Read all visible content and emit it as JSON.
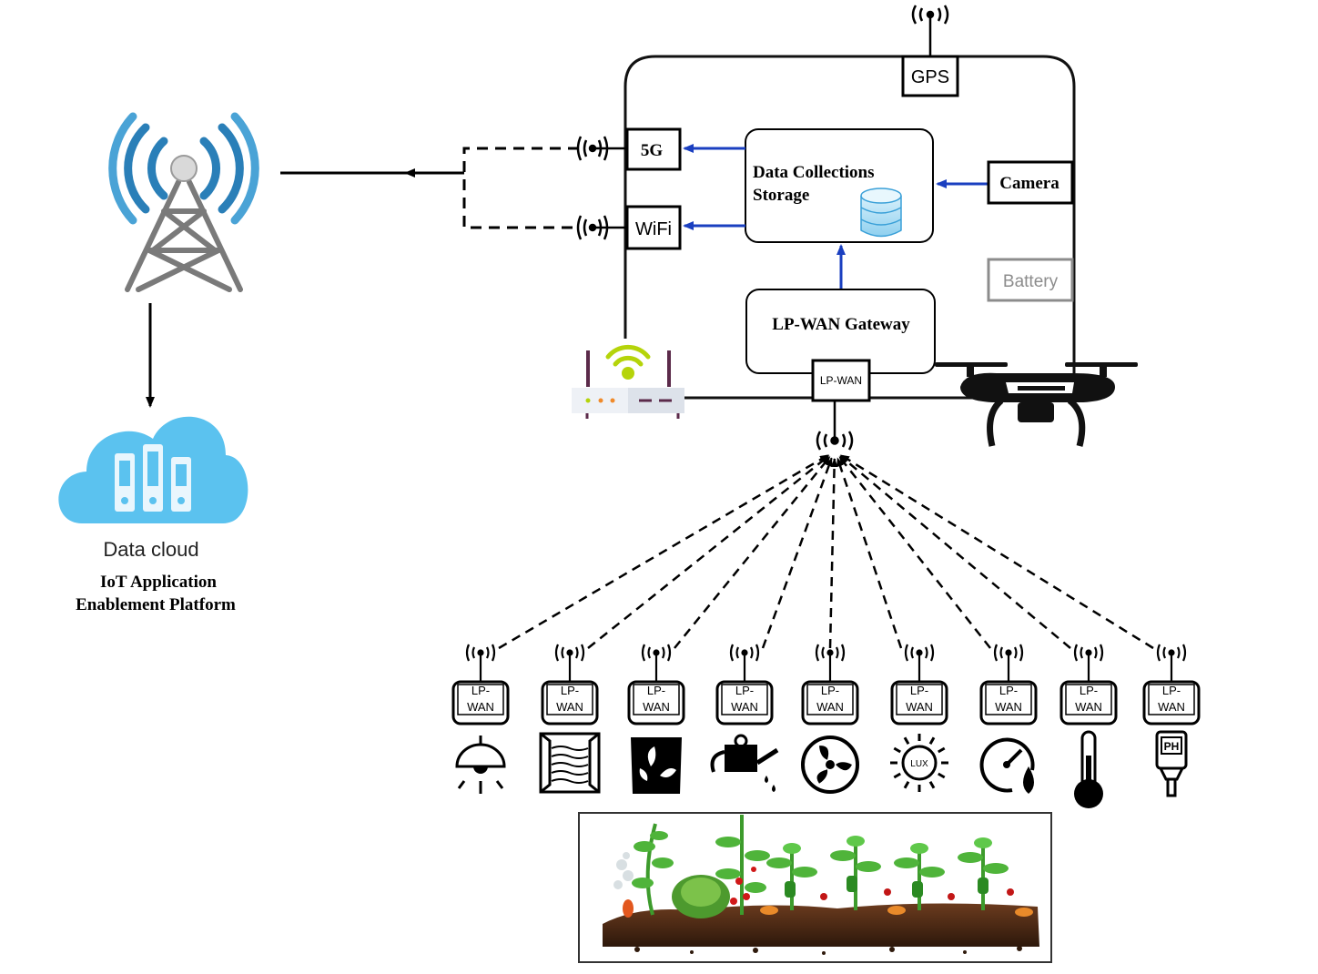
{
  "cloud": {
    "title": "Data cloud",
    "subtitle_line1": "IoT Application",
    "subtitle_line2": "Enablement Platform"
  },
  "hub": {
    "gps": "GPS",
    "g5": "5G",
    "wifi": "WiFi",
    "camera": "Camera",
    "battery": "Battery",
    "storage_line1": "Data Collections",
    "storage_line2": "Storage",
    "gateway": "LP-WAN Gateway",
    "gateway_port": "LP-WAN"
  },
  "sensor_module": {
    "line1": "LP-",
    "line2": "WAN"
  },
  "sensors": [
    {
      "icon": "lamp-icon"
    },
    {
      "icon": "window-screen-icon"
    },
    {
      "icon": "soil-bag-icon"
    },
    {
      "icon": "watering-can-icon"
    },
    {
      "icon": "fan-icon"
    },
    {
      "icon": "lux-sensor-icon"
    },
    {
      "icon": "humidity-gauge-icon"
    },
    {
      "icon": "thermometer-icon"
    },
    {
      "icon": "ph-meter-icon"
    }
  ],
  "colors": {
    "blue_arrow": "#1a3fc0",
    "cloud": "#5bc2ef",
    "tower": "#2a7fb8",
    "battery_gray": "#8c8c8c"
  }
}
